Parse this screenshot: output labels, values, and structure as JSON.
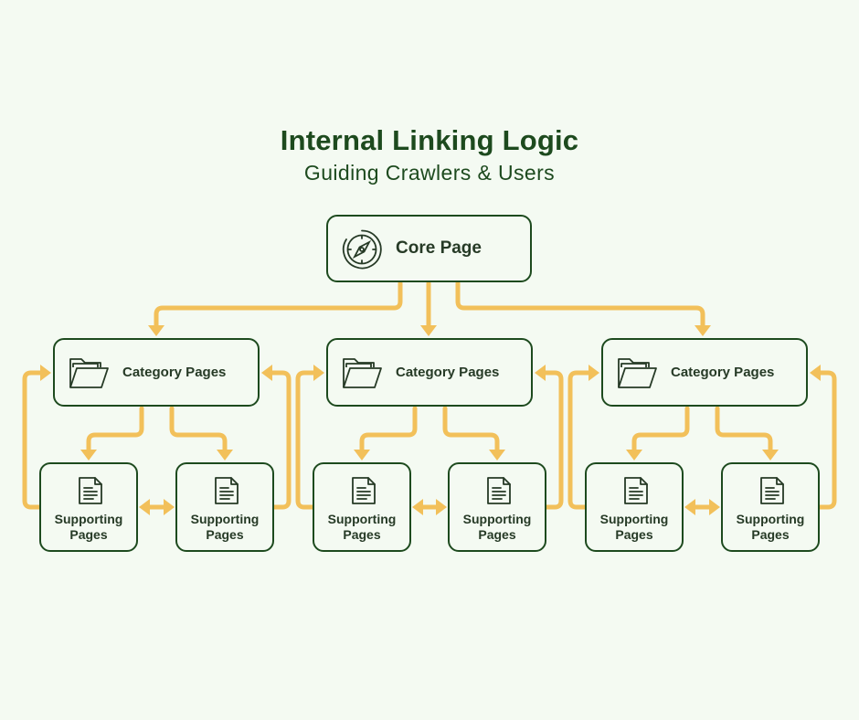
{
  "header": {
    "title": "Internal Linking Logic",
    "subtitle": "Guiding Crawlers & Users"
  },
  "colors": {
    "background": "#f4faf2",
    "primary": "#1d4a1e",
    "text": "#263a26",
    "connector": "#f2c05a"
  },
  "core": {
    "label": "Core Page",
    "icon": "compass-icon"
  },
  "categories": [
    {
      "label": "Category Pages",
      "icon": "folder-icon",
      "supporting": [
        {
          "line1": "Supporting",
          "line2": "Pages",
          "icon": "document-icon"
        },
        {
          "line1": "Supporting",
          "line2": "Pages",
          "icon": "document-icon"
        }
      ]
    },
    {
      "label": "Category Pages",
      "icon": "folder-icon",
      "supporting": [
        {
          "line1": "Supporting",
          "line2": "Pages",
          "icon": "document-icon"
        },
        {
          "line1": "Supporting",
          "line2": "Pages",
          "icon": "document-icon"
        }
      ]
    },
    {
      "label": "Category Pages",
      "icon": "folder-icon",
      "supporting": [
        {
          "line1": "Supporting",
          "line2": "Pages",
          "icon": "document-icon"
        },
        {
          "line1": "Supporting",
          "line2": "Pages",
          "icon": "document-icon"
        }
      ]
    }
  ],
  "edges": [
    {
      "from": "core",
      "to": "category-1",
      "type": "down-arrow"
    },
    {
      "from": "core",
      "to": "category-2",
      "type": "down-arrow"
    },
    {
      "from": "core",
      "to": "category-3",
      "type": "down-arrow"
    },
    {
      "from": "category",
      "to": "supporting-left",
      "type": "down-arrow"
    },
    {
      "from": "category",
      "to": "supporting-right",
      "type": "down-arrow"
    },
    {
      "from": "supporting-left",
      "to": "supporting-right",
      "type": "bidirectional"
    },
    {
      "from": "supporting",
      "to": "category",
      "type": "back-link"
    }
  ]
}
